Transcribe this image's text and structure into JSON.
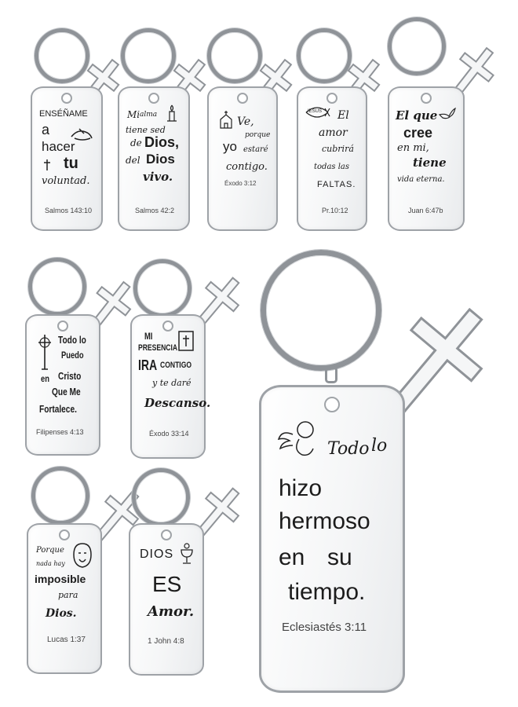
{
  "keychains": [
    {
      "lines": [
        "ENSÉÑAME",
        "a",
        "hacer",
        "tu",
        "voluntad."
      ],
      "ref": "Salmos 143:10",
      "icons": [
        "cross-small-icon",
        "hand-icon"
      ]
    },
    {
      "lines": [
        "Mi",
        "alma",
        "tiene sed",
        "de",
        "Dios,",
        "del",
        "Dios",
        "vivo."
      ],
      "ref": "Salmos 42:2",
      "icons": [
        "candle-icon"
      ]
    },
    {
      "lines": [
        "Ve,",
        "porque",
        "yo",
        "estaré",
        "contigo."
      ],
      "ref": "Éxodo 3:12",
      "icons": [
        "chapel-icon"
      ]
    },
    {
      "lines": [
        "El",
        "amor",
        "cubrirá",
        "todas las",
        "FALTAS."
      ],
      "ref": "Pr.10:12",
      "icons": [
        "ichthys-fish-icon"
      ],
      "fish_text": "IESUS"
    },
    {
      "lines": [
        "El que",
        "cree",
        "en mi,",
        "tiene",
        "vida eterna."
      ],
      "ref": "Juan 6:47b",
      "icons": [
        "dove-icon"
      ]
    },
    {
      "lines": [
        "Todo lo",
        "Puedo",
        "en",
        "Cristo",
        "Que Me",
        "Fortalece."
      ],
      "ref": "Filipenses 4:13",
      "icons": [
        "celtic-cross-icon"
      ]
    },
    {
      "lines": [
        "MI",
        "PRESENCIA",
        "IRA",
        "CONTIGO",
        "y te daré",
        "Descanso."
      ],
      "ref": "Éxodo 33:14",
      "icons": [
        "bible-icon"
      ]
    },
    {
      "lines": [
        "Todo",
        "lo",
        "hizo",
        "hermoso",
        "en",
        "su",
        "tiempo."
      ],
      "ref": "Eclesiastés 3:11",
      "icons": [
        "angel-icon"
      ]
    },
    {
      "lines": [
        "Porque",
        "nada hay",
        "imposible",
        "para",
        "Dios."
      ],
      "ref": "Lucas 1:37",
      "icons": [
        "jesus-face-icon"
      ]
    },
    {
      "lines": [
        "DIOS",
        "ES",
        "Amor."
      ],
      "ref": "1 John 4:8",
      "icons": [
        "chalice-icon"
      ]
    }
  ],
  "colors": {
    "metal": "#8f9398",
    "text": "#1c1c1c",
    "background": "#ffffff"
  }
}
